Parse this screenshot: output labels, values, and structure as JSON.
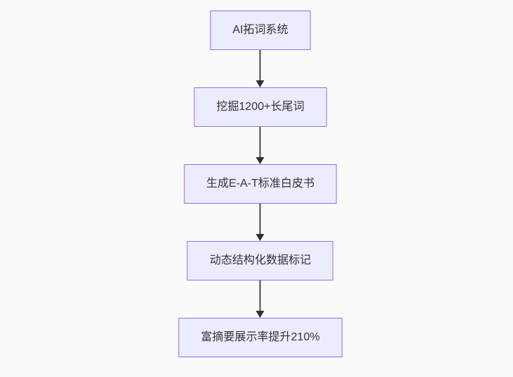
{
  "diagram": {
    "type": "flowchart",
    "direction": "top-down",
    "colors": {
      "background": "#fafafa",
      "node_fill": "#ececff",
      "node_border": "#9370db",
      "node_text": "#333333",
      "edge": "#4a4a4a",
      "edge_head": "#2f2f2f"
    },
    "nodes": [
      {
        "id": "A",
        "label": "AI拓词系统"
      },
      {
        "id": "B",
        "label": "挖掘1200+长尾词"
      },
      {
        "id": "C",
        "label": "生成E-A-T标准白皮书"
      },
      {
        "id": "D",
        "label": "动态结构化数据标记"
      },
      {
        "id": "E",
        "label": "富摘要展示率提升210%"
      }
    ],
    "edges": [
      {
        "from": "A",
        "to": "B"
      },
      {
        "from": "B",
        "to": "C"
      },
      {
        "from": "C",
        "to": "D"
      },
      {
        "from": "D",
        "to": "E"
      }
    ]
  }
}
